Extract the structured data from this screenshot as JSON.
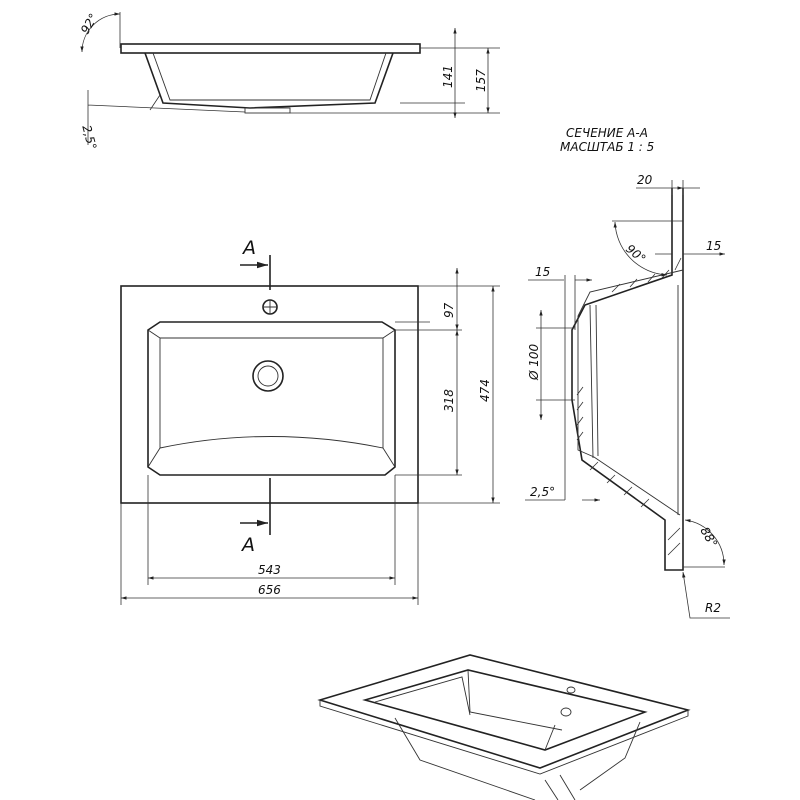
{
  "side_view": {
    "angle_top": "92°",
    "angle_bottom": "2,5°",
    "dim_inner_height": "141",
    "dim_total_height": "157"
  },
  "section_title": {
    "line1": "СЕЧЕНИЕ А-А",
    "line2": "МАСШТАБ 1 : 5"
  },
  "section_view": {
    "dim_rim_width": "20",
    "dim_wall_top": "15",
    "angle_rim": "90°",
    "dim_wall_side": "15",
    "dim_drain_dia": "Ø 100",
    "angle_wall": "2,5°",
    "angle_bottom": "88°",
    "radius": "R2"
  },
  "top_view": {
    "section_mark_top": "A",
    "section_mark_bottom": "A",
    "dim_front": "97",
    "dim_basin_depth": "318",
    "dim_total_depth": "474",
    "dim_basin_width": "543",
    "dim_total_width": "656"
  }
}
